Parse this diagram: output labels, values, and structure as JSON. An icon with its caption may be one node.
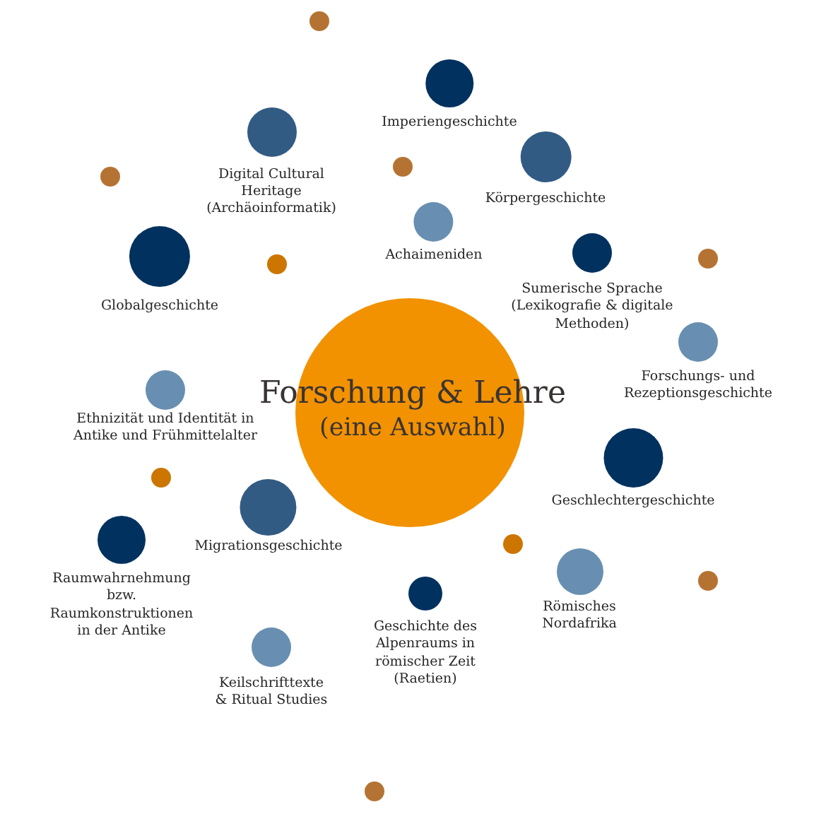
{
  "diagram": {
    "nodes": [
      {
        "text": [
          "Forschung & Lehre",
          "(eine Auswahl)"
        ]
      },
      {
        "text": [],
        "shape": "circle"
      },
      {
        "text": [
          "Imperiengeschichte"
        ]
      },
      {
        "text": [
          "Digital Cultural Heritage (Archäoinformatik)"
        ]
      },
      {
        "text": [
          "Körpergeschichte"
        ]
      },
      {
        "text": [],
        "shape": "circle"
      },
      {
        "text": [],
        "shape": "circle"
      },
      {
        "text": [
          "Achaimeniden"
        ]
      },
      {
        "text": [
          "Sumerische Sprache (Lexikografie & digitale Methoden)"
        ]
      },
      {
        "text": [
          "Globalgeschichte"
        ]
      },
      {
        "text": [],
        "shape": "circle"
      },
      {
        "text": [],
        "shape": "circle"
      },
      {
        "text": [
          "Forschungs- und Rezeptionsgeschichte"
        ]
      },
      {
        "text": [
          "Ethnizität und Identität in Antike und Frühmittelalter"
        ]
      },
      {
        "text": [
          "Geschlechtergeschichte"
        ]
      },
      {
        "text": [],
        "shape": "circle"
      },
      {
        "text": [
          "Migrationsgeschichte"
        ]
      },
      {
        "text": [
          "Raumwahrnehmung bzw. Raumkonstruktionen in der Antike"
        ]
      },
      {
        "text": [],
        "shape": "circle"
      },
      {
        "text": [
          "Römisches Nordafrika"
        ]
      },
      {
        "text": [],
        "shape": "circle"
      },
      {
        "text": [
          "Geschichte des Alpenraums in römischer Zeit (Raetien)"
        ]
      },
      {
        "text": [
          "Keilschrifttexte & Ritual Studies"
        ]
      },
      {
        "text": [],
        "shape": "circle"
      }
    ]
  }
}
